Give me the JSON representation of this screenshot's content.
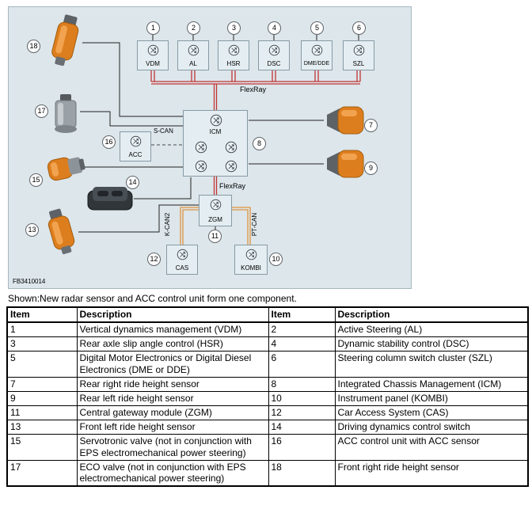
{
  "diagram": {
    "figure_code": "FB3410014",
    "labels": {
      "flexray_top": "FlexRay",
      "flexray_bottom": "FlexRay",
      "s_can": "S-CAN",
      "k_can2": "K-CAN2",
      "pt_can": "PT-CAN"
    },
    "top_modules": [
      {
        "item": "1",
        "label": "VDM"
      },
      {
        "item": "2",
        "label": "AL"
      },
      {
        "item": "3",
        "label": "HSR"
      },
      {
        "item": "4",
        "label": "DSC"
      },
      {
        "item": "5",
        "label": "DME/DDE"
      },
      {
        "item": "6",
        "label": "SZL"
      }
    ],
    "icm": {
      "item": "8",
      "label": "ICM"
    },
    "acc": {
      "item": "16",
      "label": "ACC"
    },
    "zgm": {
      "item": "11",
      "label": "ZGM"
    },
    "cas": {
      "item": "12",
      "label": "CAS"
    },
    "kombi": {
      "item": "10",
      "label": "KOMBI"
    },
    "side_items": {
      "front_right_sensor": "18",
      "eco_valve": "17",
      "servotronic_valve": "15",
      "ddc_switch": "14",
      "front_left_sensor": "13",
      "rear_right_sensor": "7",
      "rear_left_sensor": "9"
    }
  },
  "caption": "Shown:New radar sensor and ACC control unit form one component.",
  "table": {
    "headers": [
      "Item",
      "Description",
      "Item",
      "Description"
    ],
    "rows": [
      [
        "1",
        "Vertical dynamics management (VDM)",
        "2",
        "Active Steering (AL)"
      ],
      [
        "3",
        "Rear axle slip angle control (HSR)",
        "4",
        "Dynamic stability control (DSC)"
      ],
      [
        "5",
        "Digital Motor Electronics or Digital Diesel Electronics (DME or DDE)",
        "6",
        "Steering column switch cluster (SZL)"
      ],
      [
        "7",
        "Rear right ride height sensor",
        "8",
        "Integrated Chassis Management (ICM)"
      ],
      [
        "9",
        "Rear left ride height sensor",
        "10",
        "Instrument panel (KOMBI)"
      ],
      [
        "11",
        "Central gateway module (ZGM)",
        "12",
        "Car Access System (CAS)"
      ],
      [
        "13",
        "Front left ride height sensor",
        "14",
        "Driving dynamics control switch"
      ],
      [
        "15",
        "Servotronic valve (not in conjunction with EPS electromechanical power steering)",
        "16",
        "ACC control unit with ACC sensor"
      ],
      [
        "17",
        "ECO valve (not in conjunction with EPS electromechanical power steering)",
        "18",
        "Front right ride height sensor"
      ]
    ]
  }
}
